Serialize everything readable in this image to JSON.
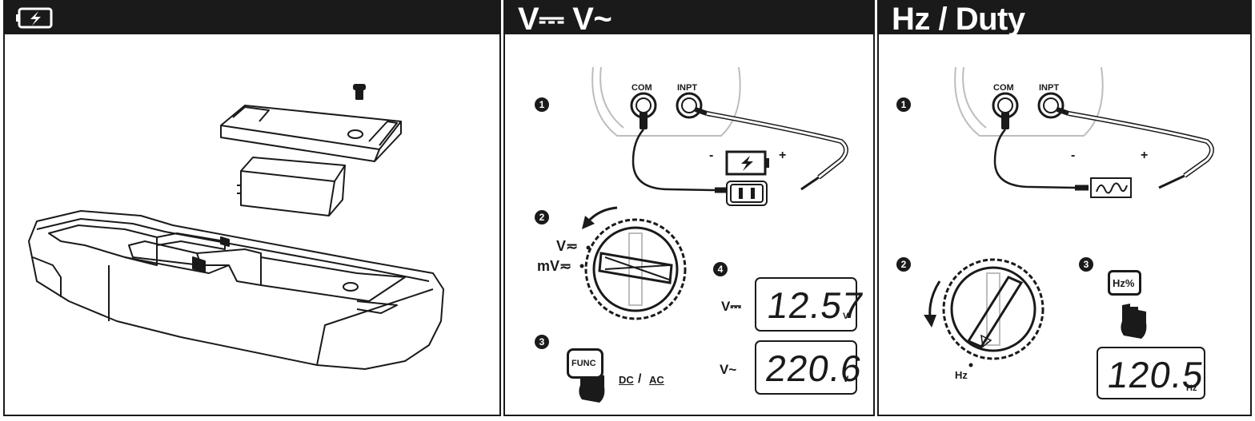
{
  "panels": [
    {
      "title_icon": "battery-charge-icon"
    },
    {
      "title": "V⎓ V~",
      "terminals": {
        "com": "COM",
        "input": "INPT"
      },
      "polarity": {
        "minus": "-",
        "plus": "+"
      },
      "steps": [
        "1",
        "2",
        "3",
        "4"
      ],
      "dial_labels": {
        "v": "V≂",
        "mv": "mV≂"
      },
      "func_button": "FUNC",
      "mode_dc": "DC",
      "mode_sep": "/",
      "mode_ac": "AC",
      "readings": [
        {
          "label": "V⎓",
          "value": "12.57",
          "unit": "V"
        },
        {
          "label": "V~",
          "value": "220.6",
          "unit": "V"
        }
      ]
    },
    {
      "title": "Hz / Duty",
      "terminals": {
        "com": "COM",
        "input": "INPT"
      },
      "polarity": {
        "minus": "-",
        "plus": "+"
      },
      "steps": [
        "1",
        "2",
        "3"
      ],
      "dial_label": "Hz",
      "hz_button": "Hz%",
      "reading": {
        "value": "120.5",
        "unit": "Hz"
      }
    }
  ]
}
